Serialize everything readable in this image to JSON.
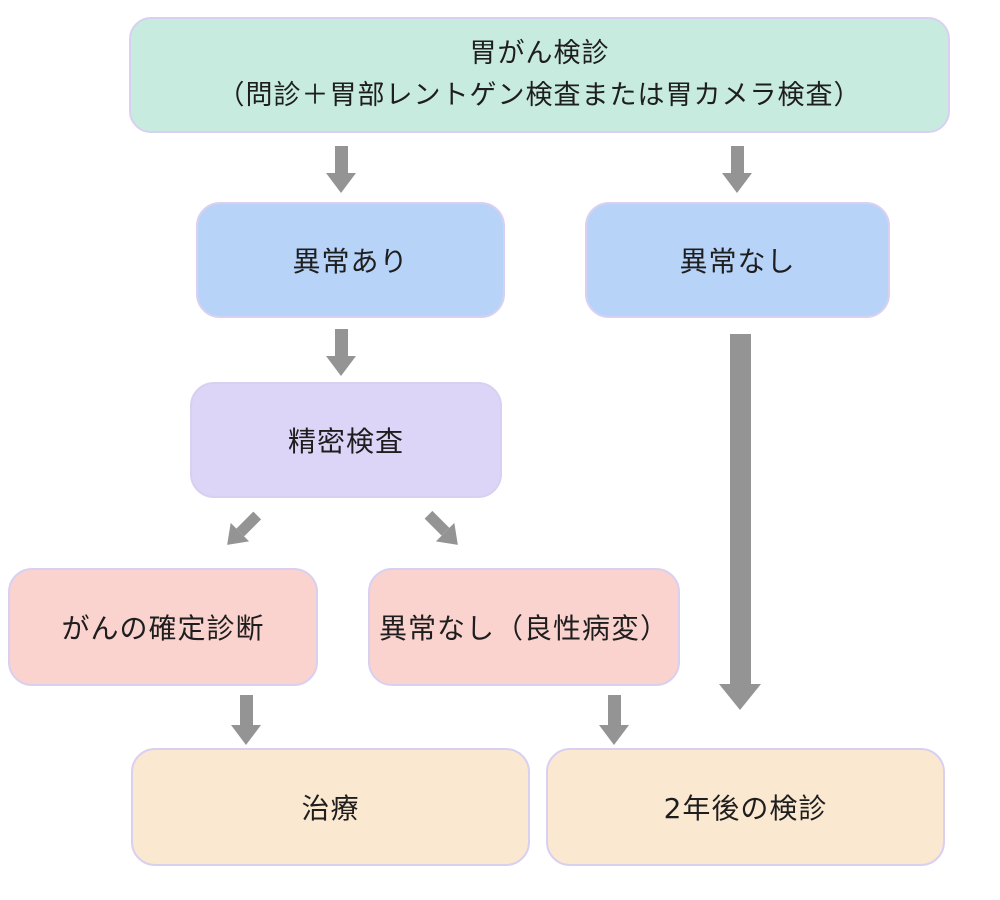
{
  "diagram": {
    "type": "flowchart",
    "subject": "stomach-cancer-screening-flow",
    "nodes": {
      "screening": {
        "line1": "胃がん検診",
        "line2": "（問診＋胃部レントゲン検査または胃カメラ検査）",
        "fill": "#c8ebe0"
      },
      "abnormal": {
        "label": "異常あり",
        "fill": "#b8d3f8"
      },
      "normal": {
        "label": "異常なし",
        "fill": "#b8d3f8"
      },
      "detailed_exam": {
        "label": "精密検査",
        "fill": "#dcd5f7"
      },
      "cancer_diagnosis": {
        "label": "がんの確定診断",
        "fill": "#fad3ce"
      },
      "benign": {
        "label": "異常なし（良性病変）",
        "fill": "#fad3ce"
      },
      "treatment": {
        "label": "治療",
        "fill": "#fbe8d0"
      },
      "recheck": {
        "label": "2年後の検診",
        "fill": "#fbe8d0"
      }
    },
    "edges": [
      {
        "from": "screening",
        "to": "abnormal"
      },
      {
        "from": "screening",
        "to": "normal"
      },
      {
        "from": "abnormal",
        "to": "detailed_exam"
      },
      {
        "from": "detailed_exam",
        "to": "cancer_diagnosis"
      },
      {
        "from": "detailed_exam",
        "to": "benign"
      },
      {
        "from": "cancer_diagnosis",
        "to": "treatment"
      },
      {
        "from": "benign",
        "to": "recheck"
      },
      {
        "from": "normal",
        "to": "recheck"
      }
    ],
    "colors": {
      "arrow": "#949494",
      "node_border": "#d9d0f1",
      "text": "#1e1e1e",
      "background": "#ffffff"
    }
  }
}
